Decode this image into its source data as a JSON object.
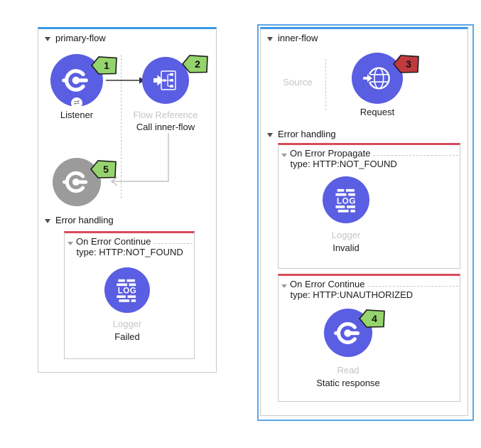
{
  "colors": {
    "flow_top_border": "#3a99e6",
    "selection_border": "#5aa7e8",
    "error_top_border": "#d84a59",
    "node_blue": "#5a5ee2",
    "node_gray": "#9b9b9b",
    "badge_green": "#95d36c",
    "badge_red": "#c13a3e"
  },
  "icons": {
    "logger_text": "LOG",
    "exchange_glyph": "⇄"
  },
  "primary_flow": {
    "title": "primary-flow",
    "listener": {
      "name": "Listener",
      "badge": "1"
    },
    "flow_reference": {
      "type_label": "Flow Reference",
      "name": "Call inner-flow",
      "badge": "2"
    },
    "ghost_processor": {
      "badge": "5"
    },
    "error_handling": {
      "title": "Error handling",
      "handler": {
        "kind": "On Error Continue",
        "type": "type: HTTP:NOT_FOUND",
        "logger": {
          "type_label": "Logger",
          "name": "Failed"
        }
      }
    }
  },
  "inner_flow": {
    "title": "inner-flow",
    "source_placeholder": "Source",
    "request": {
      "name": "Request",
      "badge": "3"
    },
    "error_handling": {
      "title": "Error handling",
      "propagate_handler": {
        "kind": "On Error Propagate",
        "type": "type: HTTP:NOT_FOUND",
        "logger": {
          "type_label": "Logger",
          "name": "Invalid"
        }
      },
      "continue_handler": {
        "kind": "On Error Continue",
        "type": "type: HTTP:UNAUTHORIZED",
        "read": {
          "type_label": "Read",
          "name": "Static response",
          "badge": "4"
        }
      }
    }
  }
}
